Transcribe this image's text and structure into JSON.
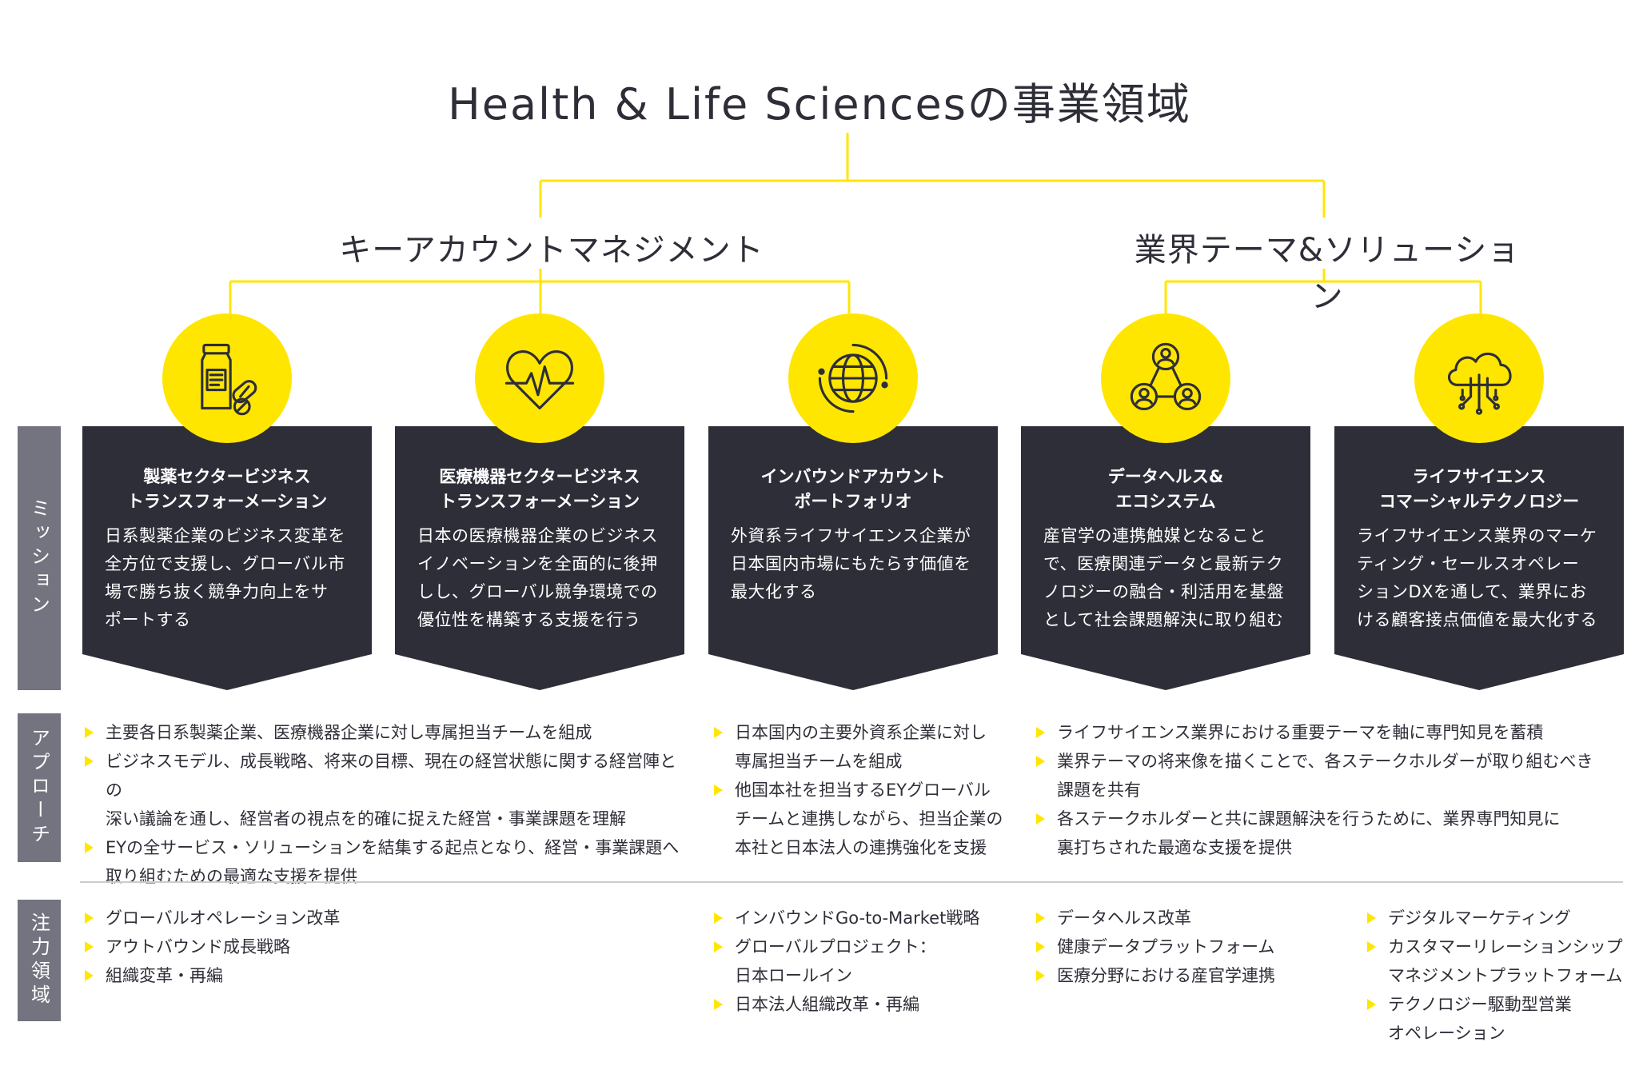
{
  "title": "Health & Life Sciencesの事業領域",
  "groups": {
    "left": "キーアカウントマネジメント",
    "right": "業界テーマ&ソリューション"
  },
  "side_labels": {
    "mission": "ミッション",
    "approach": "アプローチ",
    "focus": "注力領域"
  },
  "colors": {
    "accent": "#ffe600",
    "card": "#2e2e38",
    "label": "#747480"
  },
  "cards": [
    {
      "icon": "medicine-bottle-icon",
      "title_l1": "製薬セクタービジネス",
      "title_l2": "トランスフォーメーション",
      "body": [
        "日系製薬企業のビジネス変革を",
        "全方位で支援し、グローバル市",
        "場で勝ち抜く競争力向上をサ",
        "ポートする"
      ]
    },
    {
      "icon": "heart-pulse-icon",
      "title_l1": "医療機器セクタービジネス",
      "title_l2": "トランスフォーメーション",
      "body": [
        "日本の医療機器企業のビジネス",
        "イノベーションを全面的に後押",
        "しし、グローバル競争環境での",
        "優位性を構築する支援を行う"
      ]
    },
    {
      "icon": "globe-icon",
      "title_l1": "インバウンドアカウント",
      "title_l2": "ポートフォリオ",
      "body": [
        "外資系ライフサイエンス企業が",
        "日本国内市場にもたらす価値を",
        "最大化する"
      ]
    },
    {
      "icon": "people-network-icon",
      "title_l1": "データヘルス&",
      "title_l2": "エコシステム",
      "body": [
        "産官学の連携触媒となること",
        "で、医療関連データと最新テク",
        "ノロジーの融合・利活用を基盤",
        "として社会課題解決に取り組む"
      ]
    },
    {
      "icon": "cloud-network-icon",
      "title_l1": "ライフサイエンス",
      "title_l2": "コマーシャルテクノロジー",
      "body": [
        "ライフサイエンス業界のマーケ",
        "ティング・セールスオペレー",
        "ションDXを通して、業界にお",
        "ける顧客接点価値を最大化する"
      ]
    }
  ],
  "approach": {
    "left": [
      "主要各日系製薬企業、医療機器企業に対し専属担当チームを組成",
      "ビジネスモデル、成長戦略、将来の目標、現在の経営状態に関する経営陣との",
      "深い議論を通し、経営者の視点を的確に捉えた経営・事業課題を理解",
      "EYの全サービス・ソリューションを結集する起点となり、経営・事業課題へ",
      "取り組むための最適な支援を提供"
    ],
    "middle": [
      "日本国内の主要外資系企業に対し",
      "専属担当チームを組成",
      "他国本社を担当するEYグローバル",
      "チームと連携しながら、担当企業の",
      "本社と日本法人の連携強化を支援"
    ],
    "right": [
      "ライフサイエンス業界における重要テーマを軸に専門知見を蓄積",
      "業界テーマの将来像を描くことで、各ステークホルダーが取り組むべき",
      "課題を共有",
      "各ステークホルダーと共に課題解決を行うために、業界専門知見に",
      "裏打ちされた最適な支援を提供"
    ]
  },
  "focus": {
    "col1": [
      "グローバルオペレーション改革",
      "アウトバウンド成長戦略",
      "組織変革・再編"
    ],
    "col2": [
      "インバウンドGo-to-Market戦略",
      "グローバルプロジェクト：",
      "日本ロールイン",
      "日本法人組織改革・再編"
    ],
    "col3": [
      "データヘルス改革",
      "健康データプラットフォーム",
      "医療分野における産官学連携"
    ],
    "col4": [
      "デジタルマーケティング",
      "カスタマーリレーションシップ",
      "マネジメントプラットフォーム",
      "テクノロジー駆動型営業",
      "オペレーション"
    ]
  }
}
